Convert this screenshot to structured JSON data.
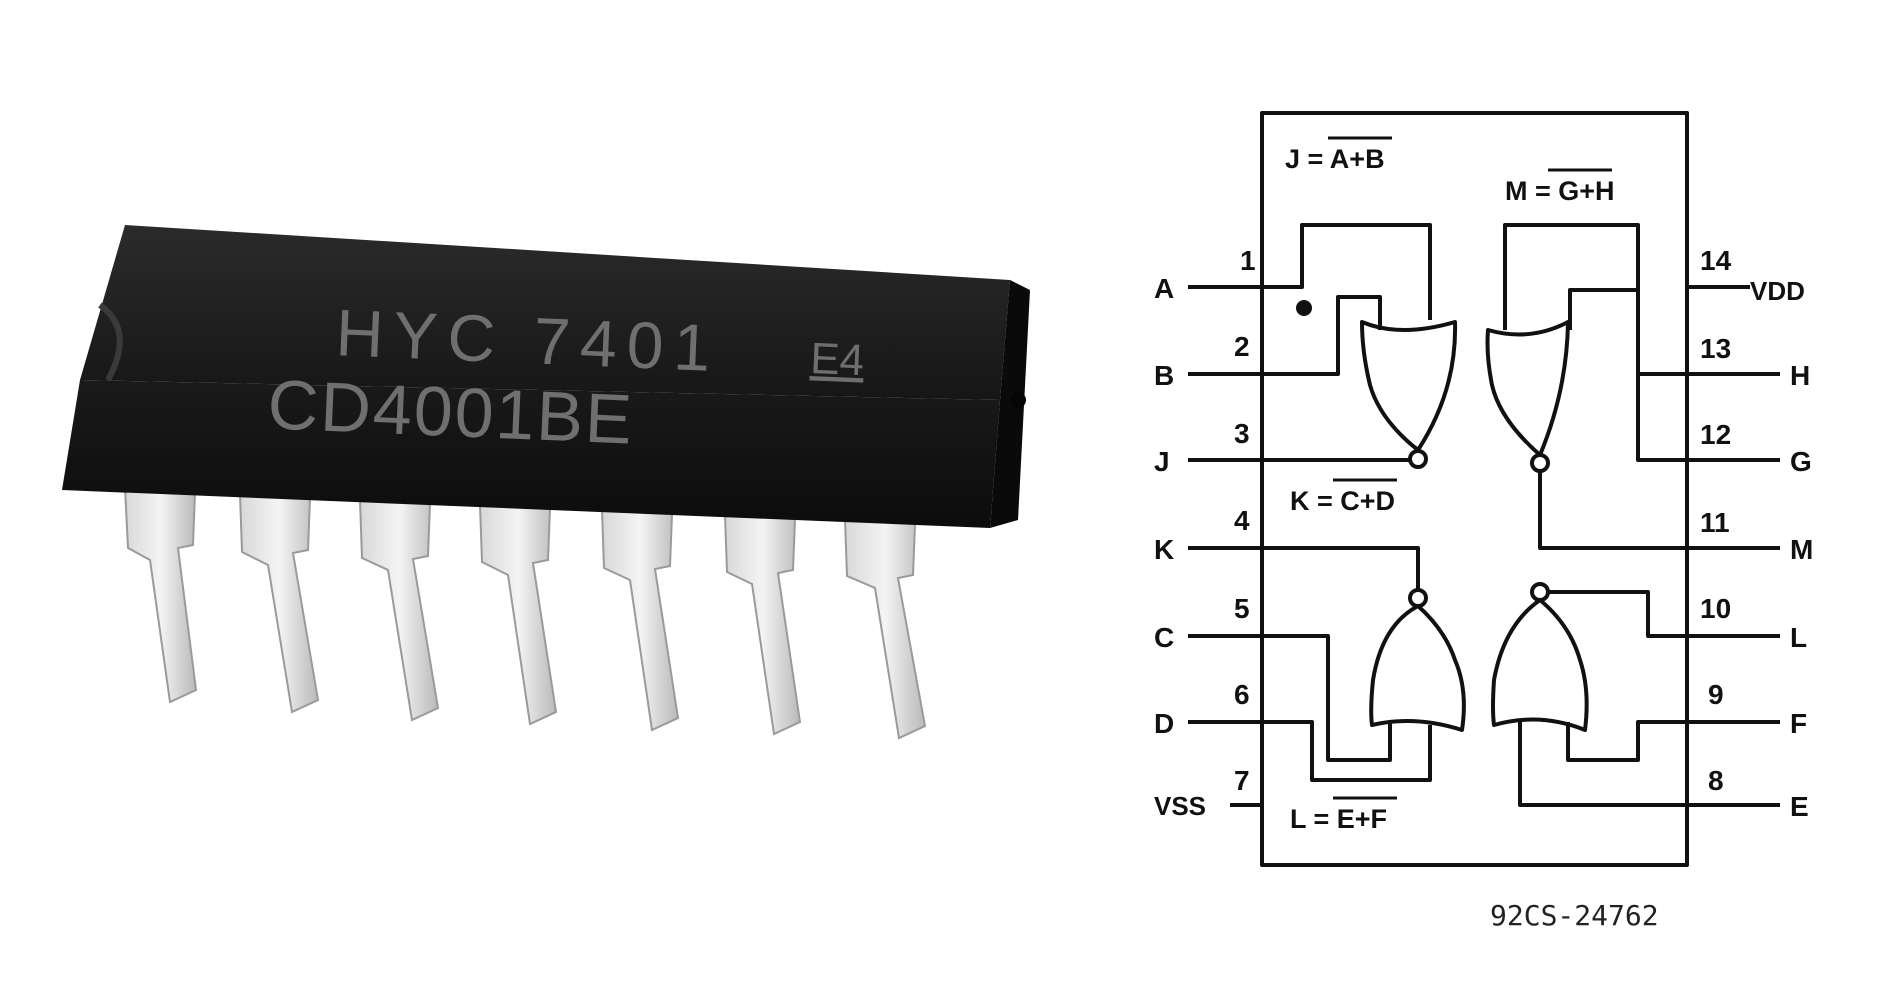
{
  "chip": {
    "marking_line1": "HYC  7401",
    "date_code": "E4",
    "marking_line2": "CD4001BE"
  },
  "pinout": {
    "equations": {
      "j": {
        "lhs": "J = ",
        "rhs": "A+B"
      },
      "m": {
        "lhs": "M = ",
        "rhs": "G+H"
      },
      "k": {
        "lhs": "K = ",
        "rhs": "C+D"
      },
      "l": {
        "lhs": "L = ",
        "rhs": "E+F"
      }
    },
    "left_pins": [
      {
        "num": "1",
        "signal": "A"
      },
      {
        "num": "2",
        "signal": "B"
      },
      {
        "num": "3",
        "signal": "J"
      },
      {
        "num": "4",
        "signal": "K"
      },
      {
        "num": "5",
        "signal": "C"
      },
      {
        "num": "6",
        "signal": "D"
      },
      {
        "num": "7",
        "signal": "VSS"
      }
    ],
    "right_pins": [
      {
        "num": "14",
        "signal": "VDD"
      },
      {
        "num": "13",
        "signal": "H"
      },
      {
        "num": "12",
        "signal": "G"
      },
      {
        "num": "11",
        "signal": "M"
      },
      {
        "num": "10",
        "signal": "L"
      },
      {
        "num": "9",
        "signal": "F"
      },
      {
        "num": "8",
        "signal": "E"
      }
    ],
    "figure_code": "92CS-24762"
  }
}
